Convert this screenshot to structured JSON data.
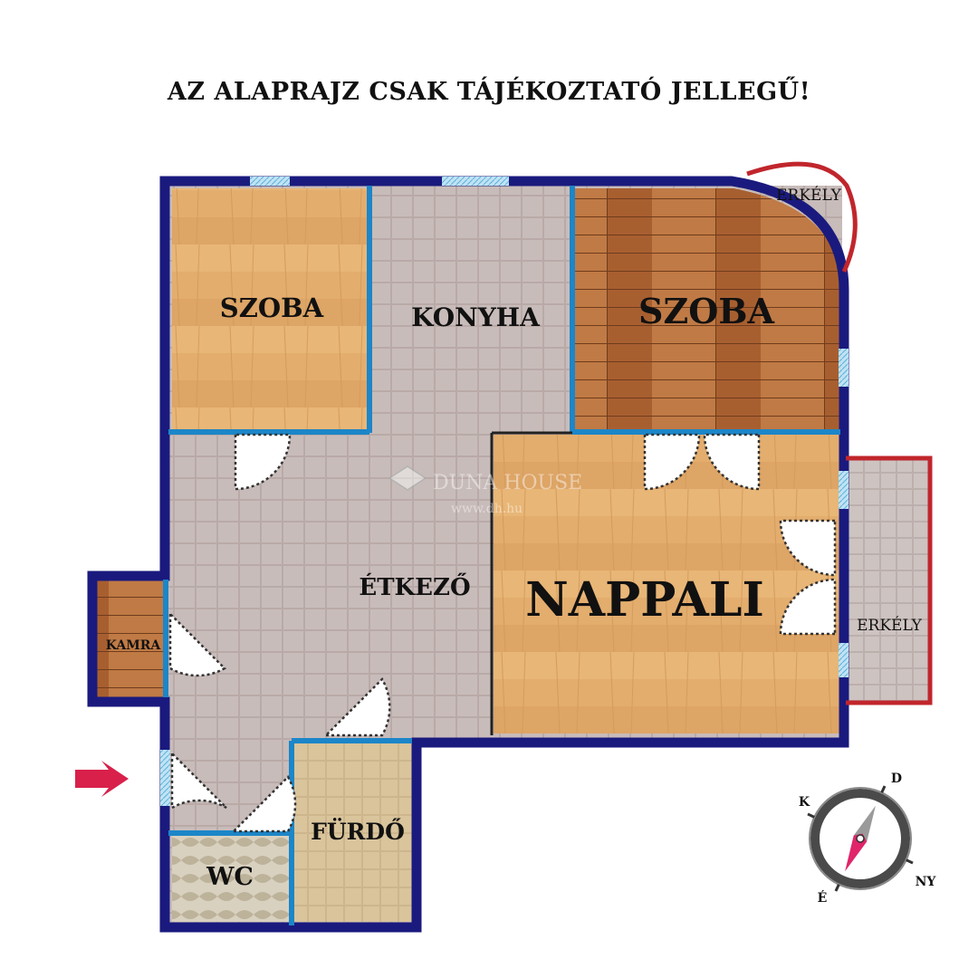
{
  "header": {
    "disclaimer": "AZ ALAPRAJZ CSAK TÁJÉKOZTATÓ JELLEGŰ!"
  },
  "rooms": {
    "szoba_left": "SZOBA",
    "konyha": "KONYHA",
    "szoba_right": "SZOBA",
    "etkezo": "ÉTKEZŐ",
    "nappali": "NAPPALI",
    "kamra": "KAMRA",
    "furdo": "FÜRDŐ",
    "wc": "WC",
    "erkely_top": "ERKÉLY",
    "erkely_right": "ERKÉLY"
  },
  "watermark": {
    "brand": "DUNA HOUSE",
    "url": "www.dh.hu"
  },
  "compass": {
    "north": "É",
    "east": "K",
    "south": "D",
    "west": "NY"
  },
  "colors": {
    "wall": "#1a1a7e",
    "inner_wall": "#1c86c8",
    "balcony_outline": "#c0262c",
    "entrance_arrow": "#d8204a",
    "compass_needle": "#e0256a"
  }
}
